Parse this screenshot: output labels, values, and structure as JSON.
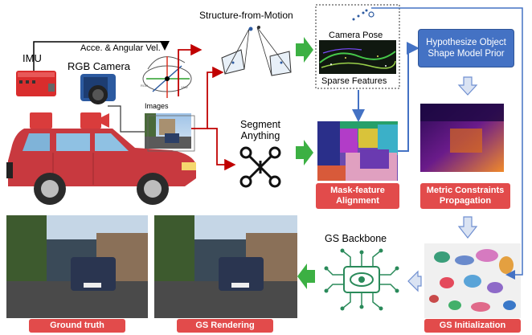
{
  "labels": {
    "imu": "IMU",
    "rgb_camera": "RGB Camera",
    "acce": "Acce. & Angular Vel.",
    "images": "Images",
    "sfm": "Structure-from-Motion",
    "camera_pose": "Camera Pose",
    "sparse_features": "Sparse Features",
    "segment_anything": [
      "Segment",
      "Anything"
    ],
    "gs_backbone": "GS Backbone",
    "hypothesize": [
      "Hypothesize Object",
      "Shape Model Prior"
    ]
  },
  "red_boxes": {
    "mask_feature": [
      "Mask-feature",
      "Alignment"
    ],
    "metric": [
      "Metric Constraints",
      "Propagation"
    ],
    "gs_init": "GS Initialization",
    "ground_truth": "Ground truth",
    "gs_rendering": "GS Rendering"
  },
  "colors": {
    "red": "#e24b4b",
    "dark_red": "#c00000",
    "blue": "#4472c4",
    "green": "#3cb043",
    "arrow_blue": "#8faadc"
  }
}
